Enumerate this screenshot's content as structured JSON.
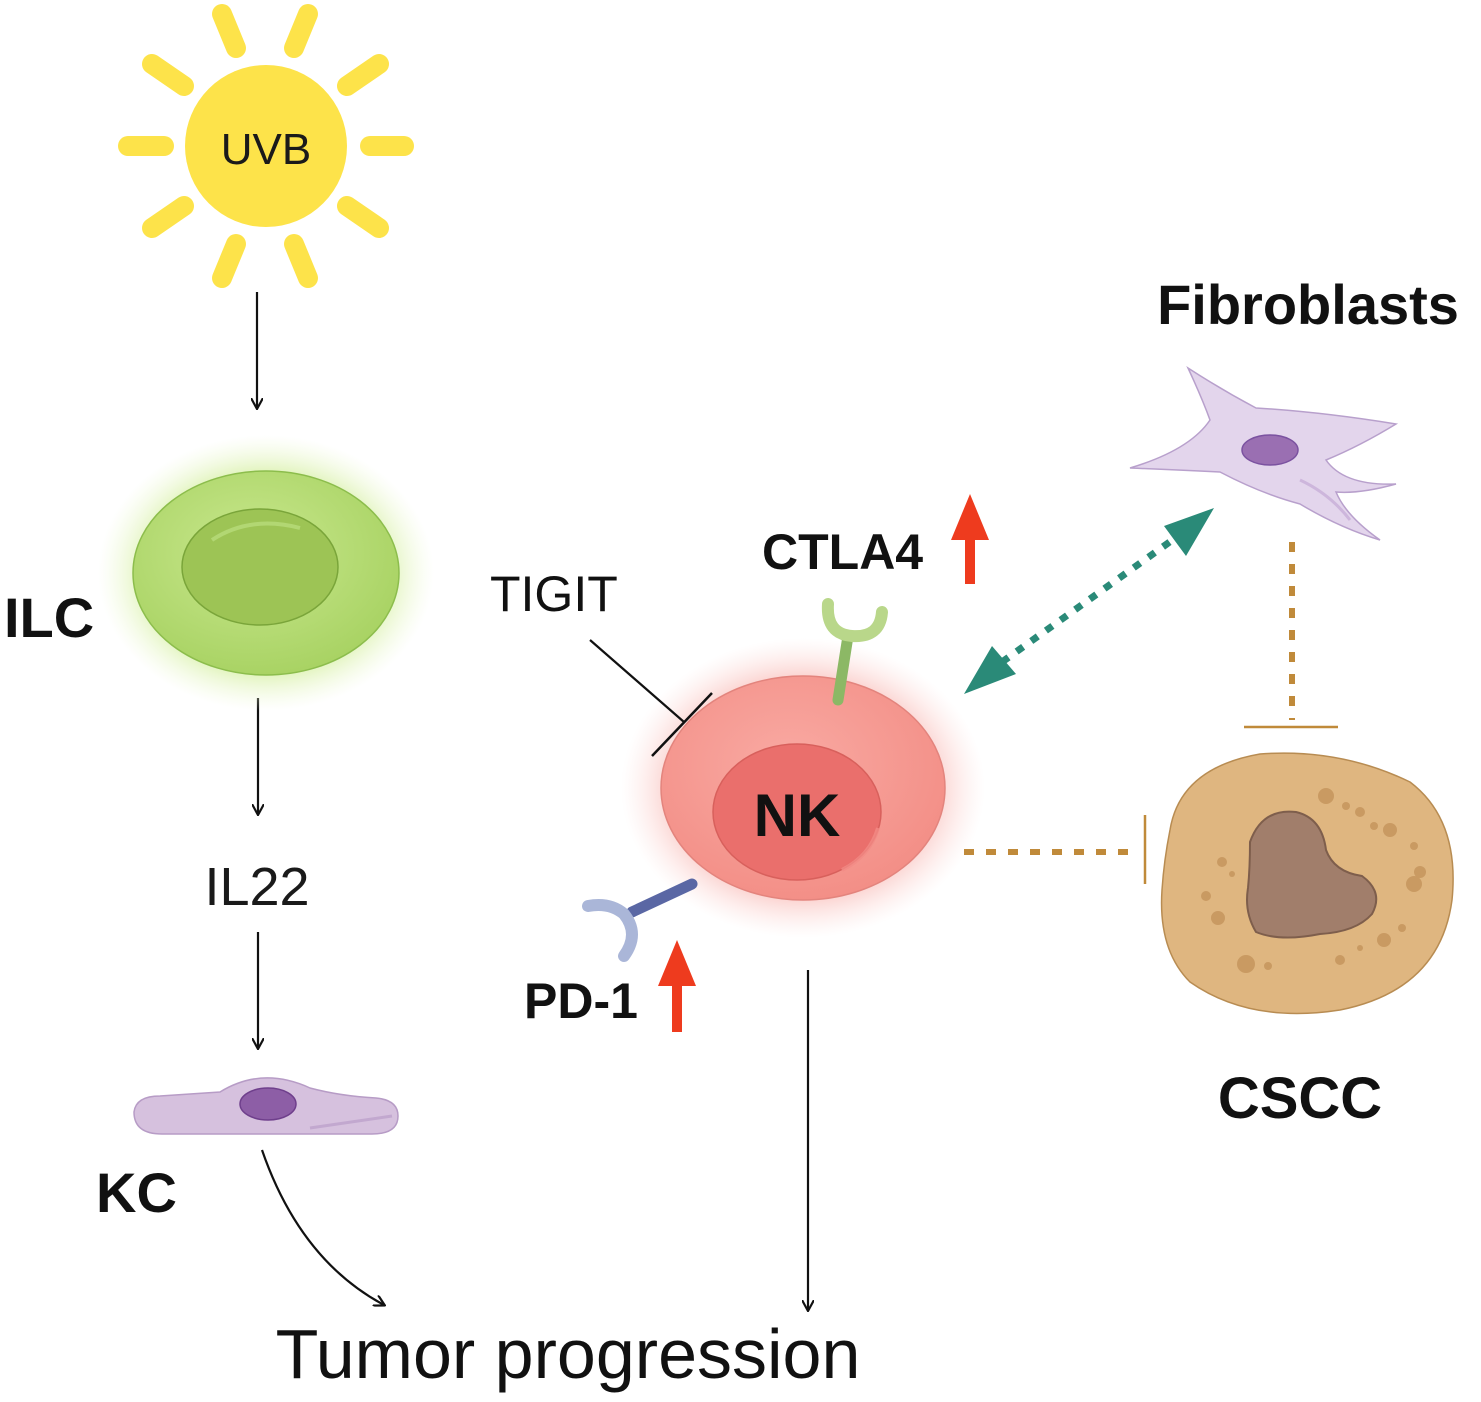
{
  "labels": {
    "uvb": "UVB",
    "ilc": "ILC",
    "il22": "IL22",
    "kc": "KC",
    "tumor": "Tumor progression",
    "tigit": "TIGIT",
    "ctla4": "CTLA4",
    "pd1": "PD-1",
    "nk": "NK",
    "fibroblasts": "Fibroblasts",
    "cscc": "CSCC"
  },
  "colors": {
    "sun": "#fde34a",
    "ilc": "#a6d15b",
    "nk": "#f59a93",
    "kc": "#d6c1de",
    "fibroblast": "#e3d5ec",
    "cscc": "#dfb680",
    "up_arrow": "#ee3b1e",
    "teal_arrow": "#2a8a78",
    "inhibit_dotted": "#c08a3a"
  }
}
